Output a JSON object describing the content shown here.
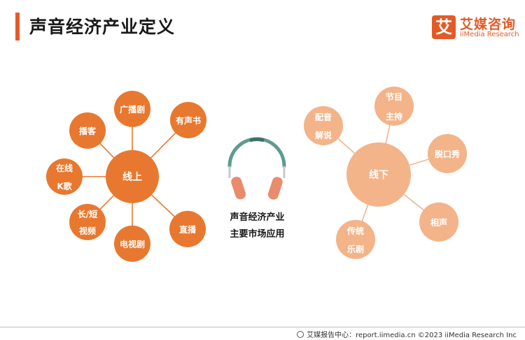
{
  "header": {
    "title": "声音经济产业定义"
  },
  "logo": {
    "mark": "艾",
    "name_cn": "艾媒咨询",
    "name_en": "iiMedia Research"
  },
  "online": {
    "center": "线上",
    "nodes": [
      {
        "lines": [
          "广播剧"
        ]
      },
      {
        "lines": [
          "有声书"
        ]
      },
      {
        "lines": [
          "播客"
        ]
      },
      {
        "lines": [
          "在线",
          "K歌"
        ]
      },
      {
        "lines": [
          "长/短",
          "视频"
        ]
      },
      {
        "lines": [
          "电视剧"
        ]
      },
      {
        "lines": [
          "直播"
        ]
      }
    ]
  },
  "offline": {
    "center": "线下",
    "nodes": [
      {
        "lines": [
          "配音",
          "解说"
        ]
      },
      {
        "lines": [
          "节目",
          "主持"
        ]
      },
      {
        "lines": [
          "脱口秀"
        ]
      },
      {
        "lines": [
          "相声"
        ]
      },
      {
        "lines": [
          "传统",
          "乐剧"
        ]
      }
    ]
  },
  "center_caption": {
    "line1": "声音经济产业",
    "line2": "主要市场应用"
  },
  "footer": {
    "text": "艾媒报告中心：report.iimedia.cn  ©2023  iiMedia Research Inc"
  },
  "colors": {
    "online": "#e8782f",
    "offline": "#f3b48a",
    "title_bar": "#e35a2b",
    "headphone_band": "#5f9a8f",
    "headphone_cup": "#e98c6c"
  }
}
